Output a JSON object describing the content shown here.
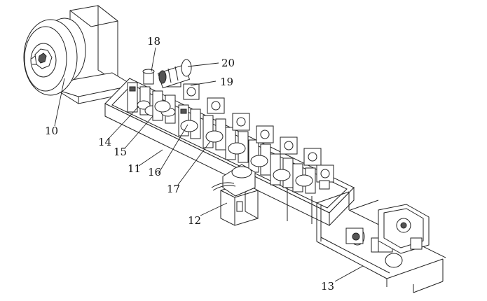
{
  "figure": {
    "labels": [
      {
        "id": "10",
        "text": "10",
        "part": "coil-holder"
      },
      {
        "id": "11",
        "text": "11",
        "part": "base-frame"
      },
      {
        "id": "12",
        "text": "12",
        "part": "cutting-cabinet"
      },
      {
        "id": "13",
        "text": "13",
        "part": "outfeed-unit"
      },
      {
        "id": "14",
        "text": "14",
        "part": "roll-stand"
      },
      {
        "id": "15",
        "text": "15",
        "part": "roll-stand"
      },
      {
        "id": "16",
        "text": "16",
        "part": "roller"
      },
      {
        "id": "17",
        "text": "17",
        "part": "roller"
      },
      {
        "id": "18",
        "text": "18",
        "part": "adjusting-screw"
      },
      {
        "id": "19",
        "text": "19",
        "part": "gearbox"
      },
      {
        "id": "20",
        "text": "20",
        "part": "drive-motor"
      }
    ]
  }
}
